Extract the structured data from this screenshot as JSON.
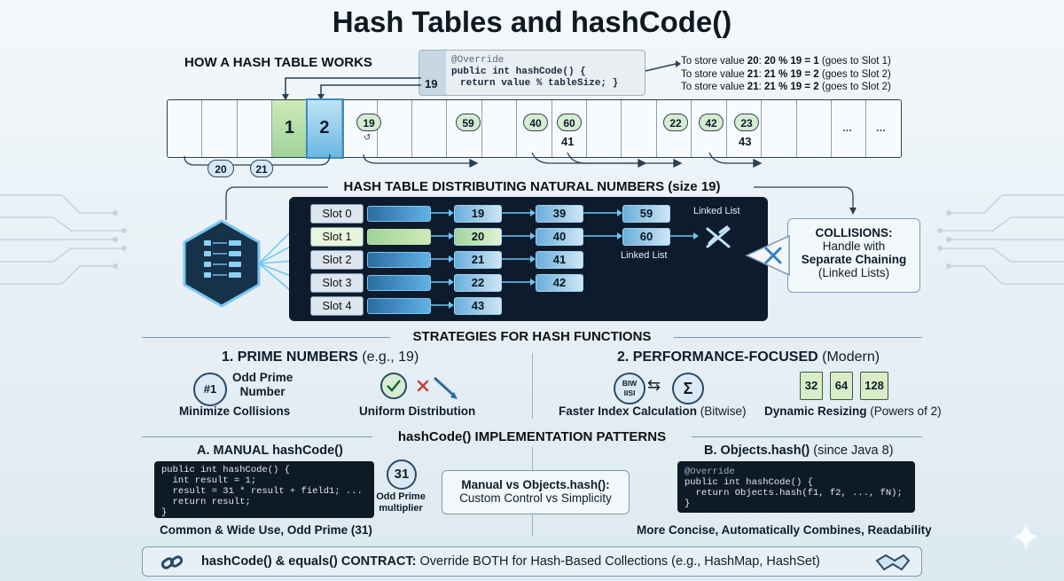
{
  "title": "Hash Tables and hashCode()",
  "how_section": {
    "heading": "HOW A HASH TABLE WORKS",
    "code_override": "@Override",
    "code_sig": "public int hashCode() {",
    "code_ret": "return value % tableSize; }",
    "badge": "19",
    "notes": [
      {
        "pre": "To store value ",
        "val": "20",
        "mid": ": ",
        "expr": "20 % 19 = 1",
        "post": " (goes to Slot 1)"
      },
      {
        "pre": "To store value ",
        "val": "21",
        "mid": ": ",
        "expr": "21 % 19 = 2",
        "post": " (goes to Slot 2)"
      },
      {
        "pre": "To store value ",
        "val": "21",
        "mid": ": ",
        "expr": "21 % 19 = 2",
        "post": " (goes to Slot 2)"
      }
    ],
    "slot_1": "1",
    "slot_2": "2",
    "pills": [
      "19",
      "59",
      "40",
      "60",
      "22",
      "42",
      "23"
    ],
    "cell_texts": [
      "41",
      "43",
      "...",
      "..."
    ],
    "below_pills": [
      "20",
      "21"
    ]
  },
  "distribution": {
    "heading": "HASH TABLE DISTRIBUTING NATURAL NUMBERS (size 19)",
    "slots": [
      "Slot 0",
      "Slot 1",
      "Slot 2",
      "Slot 3",
      "Slot 4"
    ],
    "col1": [
      "19",
      "20",
      "21",
      "22",
      "43"
    ],
    "col2": [
      "39",
      "40",
      "41",
      "42"
    ],
    "col3": [
      "59",
      "60"
    ],
    "linked_list_label_1": "Linked List",
    "linked_list_label_2": "Linked List"
  },
  "collisions": {
    "title": "COLLISIONS:",
    "line1": "Handle with",
    "line2": "Separate Chaining",
    "line3": "(Linked Lists)"
  },
  "strategies": {
    "heading": "STRATEGIES FOR HASH FUNCTIONS",
    "prime_title": "1. PRIME NUMBERS",
    "prime_eg": " (e.g., 19)",
    "badge_text": "#1",
    "odd_prime": "Odd Prime",
    "number": "Number",
    "minimize": "Minimize Collisions",
    "uniform": "Uniform Distribution",
    "perf_title": "2. PERFORMANCE-FOCUSED",
    "perf_modern": " (Modern)",
    "biw": "BIW",
    "biw2": "IISI",
    "sigma": "Σ",
    "faster_bold": "Faster Index Calculation",
    "faster_rest": " (Bitwise)",
    "docs": [
      "32",
      "64",
      "128"
    ],
    "dynamic_bold": "Dynamic Resizing",
    "dynamic_rest": " (Powers of 2)"
  },
  "patterns": {
    "heading": "hashCode() IMPLEMENTATION PATTERNS",
    "manual_title": "A. MANUAL hashCode()",
    "manual_code": [
      "public int hashCode() {",
      "  int result = 1;",
      "  result = 31 * result + field1; ...",
      "  return result;",
      "}"
    ],
    "badge31": "31",
    "odd_prime_mult_1": "Odd Prime",
    "odd_prime_mult_2": "multiplier",
    "manual_caption": "Common & Wide Use, Odd Prime (31)",
    "vs_title": "Manual vs Objects.hash():",
    "vs_sub": "Custom Control vs Simplicity",
    "objects_title": "B. Objects.hash()",
    "objects_since": " (since Java 8)",
    "objects_code": [
      "@Override",
      "public int hashCode() {",
      "  return Objects.hash(f1, f2, ..., fN);",
      "}"
    ],
    "objects_caption": "More Concise, Automatically Combines, Readability"
  },
  "contract": {
    "bold": "hashCode() & equals() CONTRACT:",
    "rest": " Override BOTH for Hash-Based Collections (e.g., HashMap, HashSet)"
  },
  "colors": {
    "accent_green": "#d6ecd2",
    "accent_blue": "#d4e8f6",
    "panel_dark": "#0e1b2c"
  }
}
